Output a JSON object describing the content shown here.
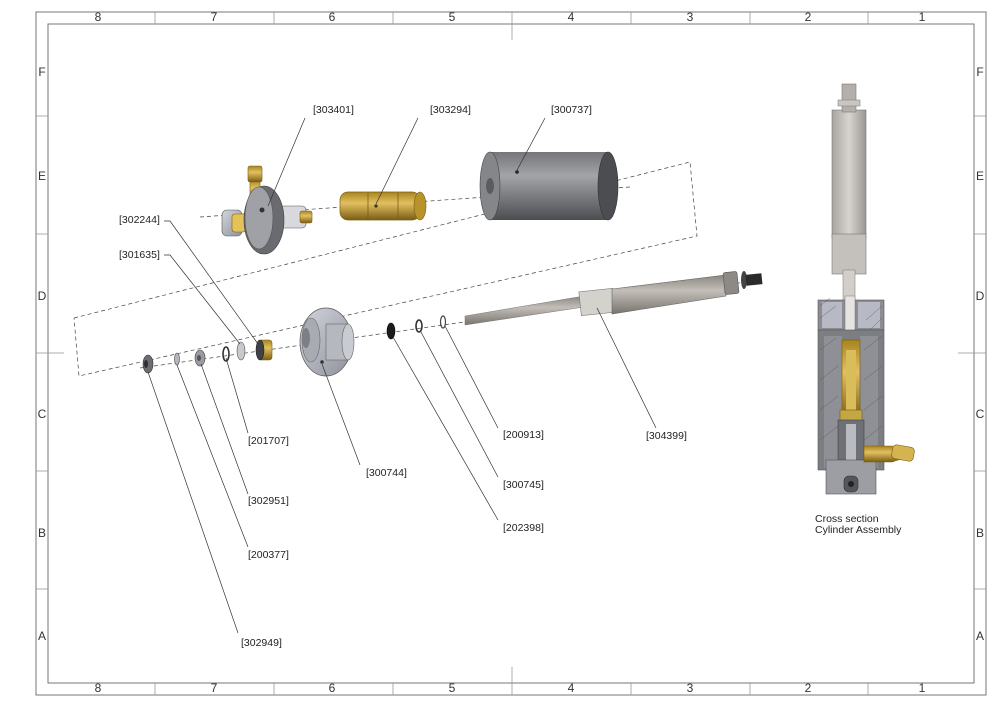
{
  "sheet": {
    "column_zones": [
      "8",
      "7",
      "6",
      "5",
      "4",
      "3",
      "2",
      "1"
    ],
    "row_zones": [
      "F",
      "E",
      "D",
      "C",
      "B",
      "A"
    ]
  },
  "parts": {
    "p303401": "[303401]",
    "p303294": "[303294]",
    "p300737": "[300737]",
    "p302244": "[302244]",
    "p301635": "[301635]",
    "p201707": "[201707]",
    "p300744": "[300744]",
    "p200913": "[200913]",
    "p300745": "[300745]",
    "p304399": "[304399]",
    "p302951": "[302951]",
    "p202398": "[202398]",
    "p200377": "[200377]",
    "p302949": "[302949]"
  },
  "caption": {
    "line1": "Cross section",
    "line2": "Cylinder Assembly"
  },
  "colors": {
    "steel": "#8c8d91",
    "steel_dark": "#5f6064",
    "aluminium": "#b9bbc2",
    "brass": "#c9a33a",
    "brass_dark": "#8f6f1c",
    "black_ring": "#1b1b1b"
  }
}
